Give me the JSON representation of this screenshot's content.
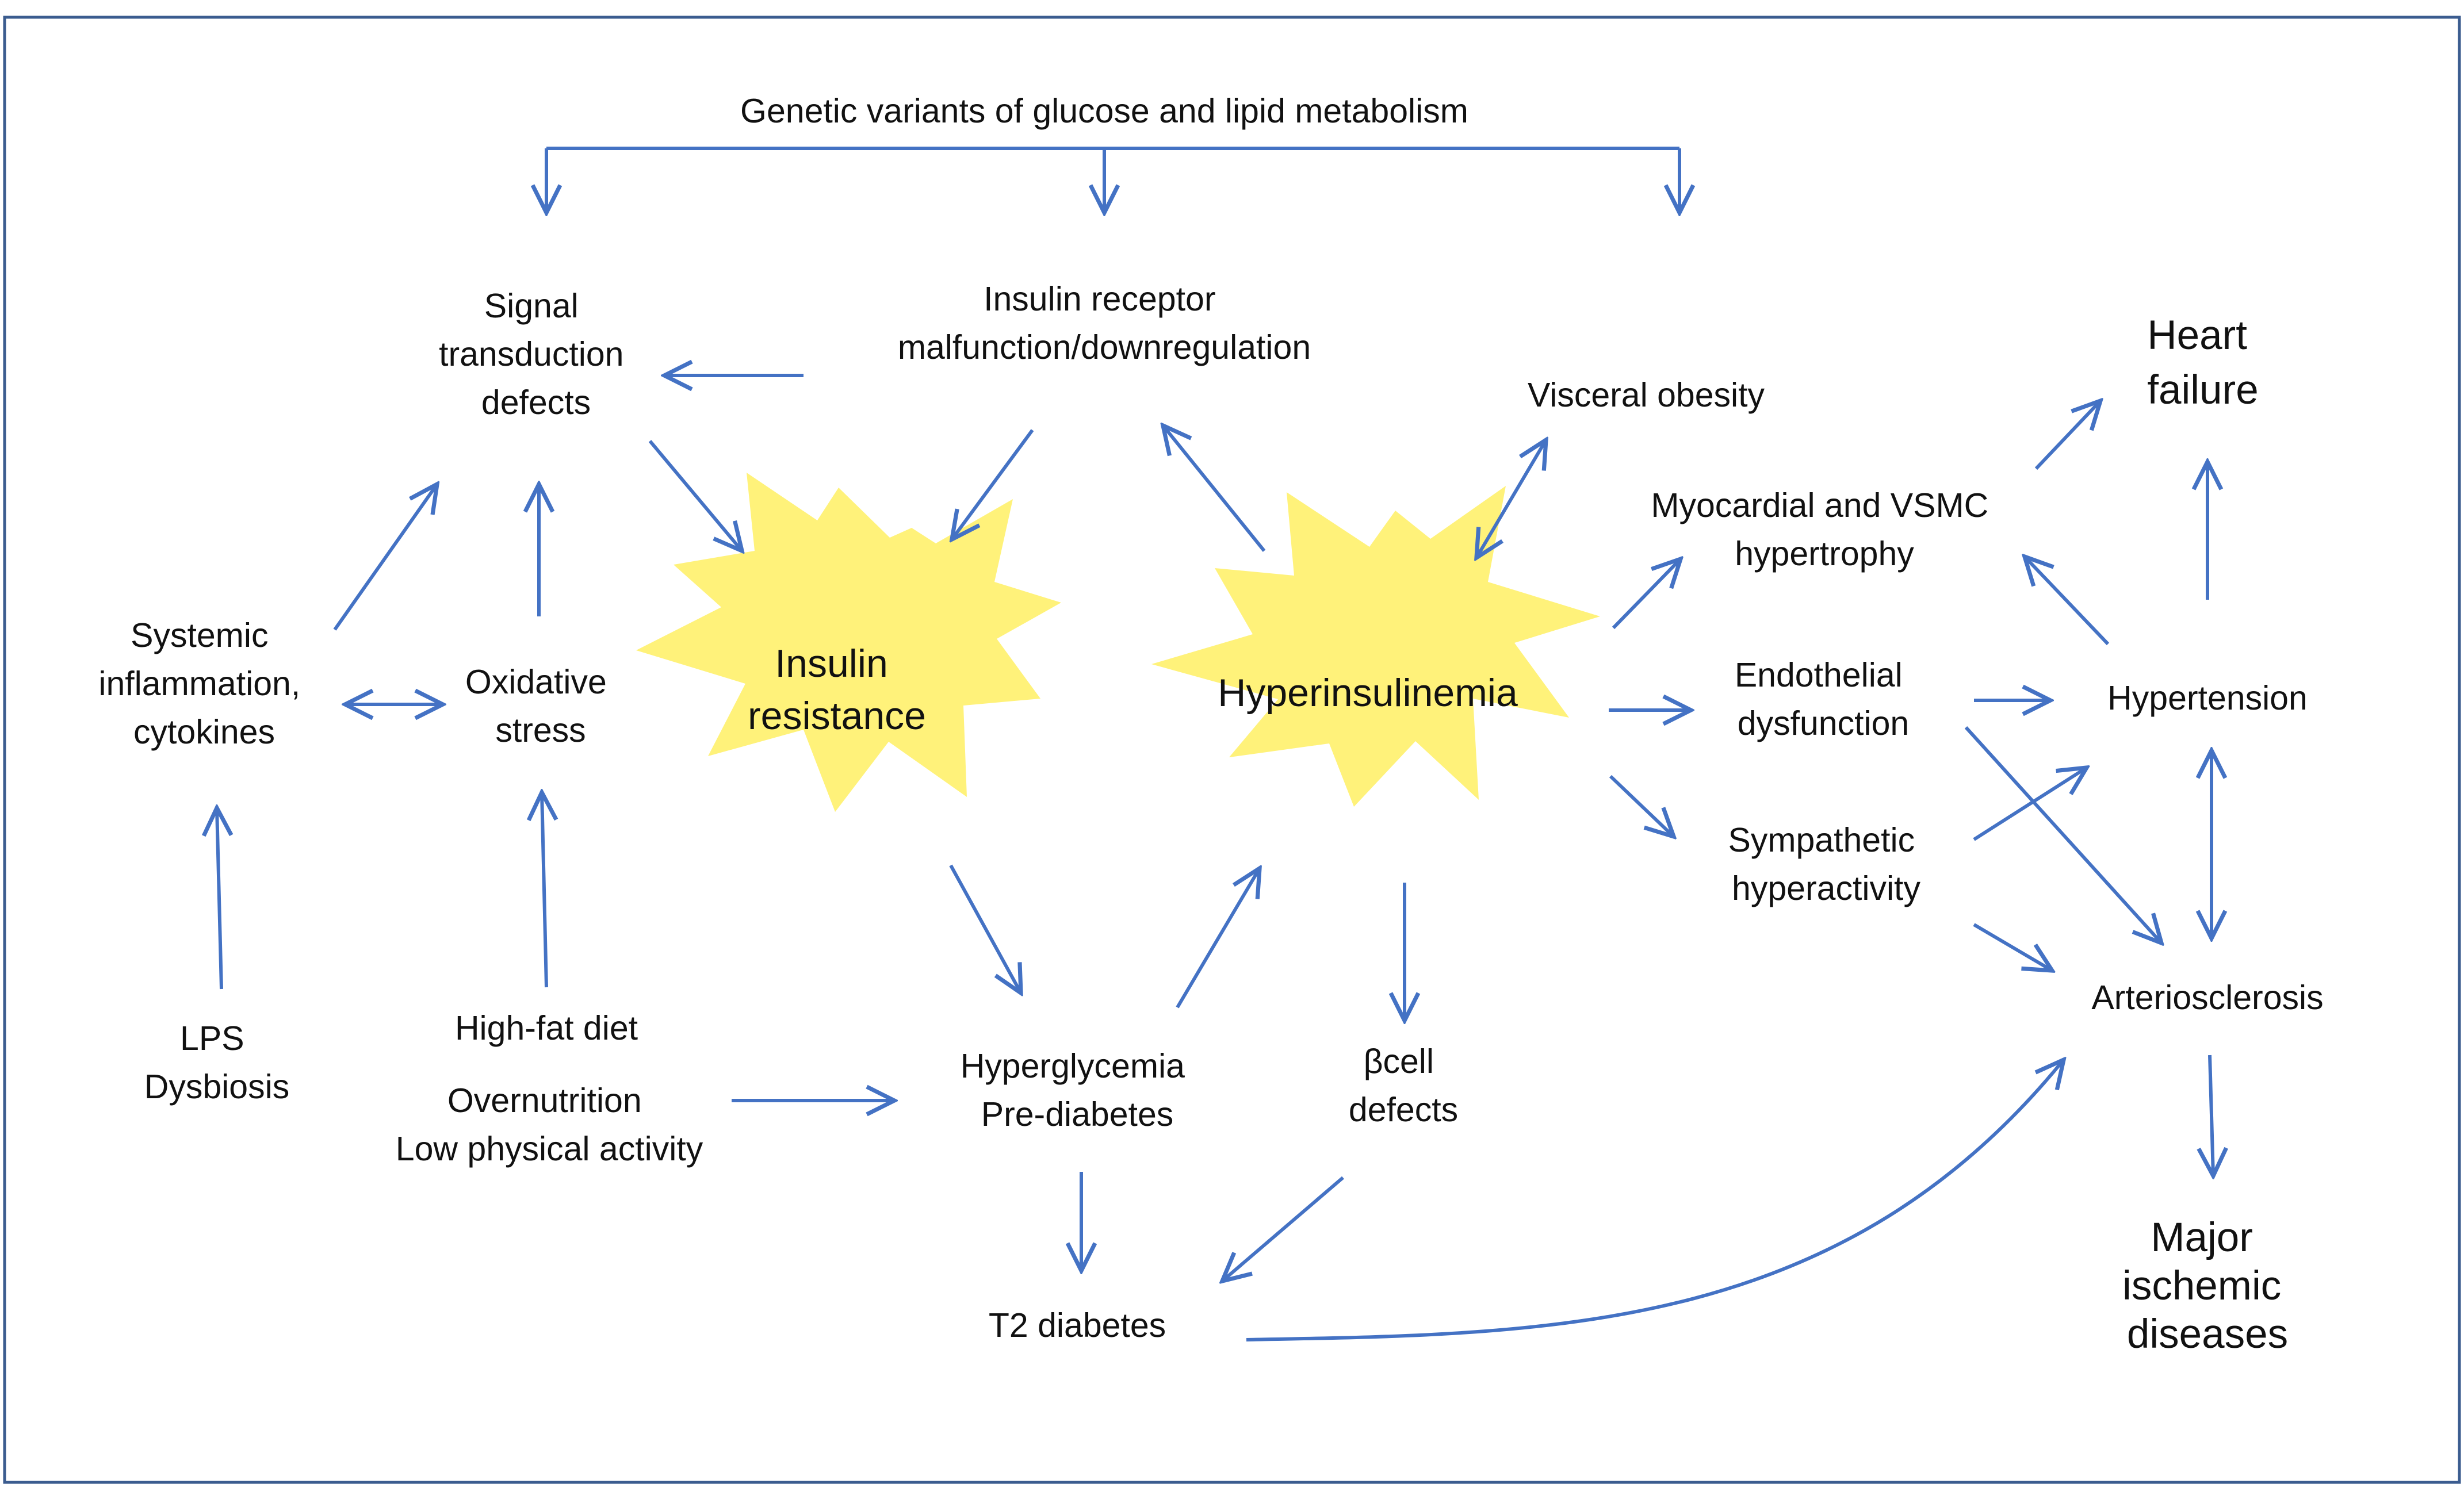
{
  "colors": {
    "arrow": "#4472C4",
    "star": "#FFF27A",
    "frame": "#3B5C8F",
    "text": "#111111"
  },
  "labels": {
    "genetic": "Genetic variants of glucose and lipid metabolism",
    "signal": [
      "Signal",
      "transduction",
      "defects"
    ],
    "receptor": [
      "Insulin receptor",
      "malfunction/downregulation"
    ],
    "visceral": "Visceral obesity",
    "heart_failure": [
      "Heart",
      "failure"
    ],
    "myocardial": [
      "Myocardial and VSMC",
      "hypertrophy"
    ],
    "systemic": [
      "Systemic",
      "inflammation,",
      "cytokines"
    ],
    "oxidative": [
      "Oxidative",
      "stress"
    ],
    "insulin_resistance": [
      "Insulin",
      "resistance"
    ],
    "hyperinsulinemia": "Hyperinsulinemia",
    "endothelial": [
      "Endothelial",
      "dysfunction"
    ],
    "hypertension": "Hypertension",
    "sympathetic": [
      "Sympathetic",
      "hyperactivity"
    ],
    "arteriosclerosis": "Arteriosclerosis",
    "lps": [
      "LPS",
      "Dysbiosis"
    ],
    "high_fat": "High-fat diet",
    "overnutrition": [
      "Overnutrition",
      "Low physical activity"
    ],
    "hyperglycemia": [
      "Hyperglycemia",
      "Pre-diabetes"
    ],
    "beta_cell": [
      "βcell",
      "defects"
    ],
    "t2_diabetes": "T2 diabetes",
    "major_ischemic": [
      "Major",
      "ischemic",
      "diseases"
    ]
  }
}
